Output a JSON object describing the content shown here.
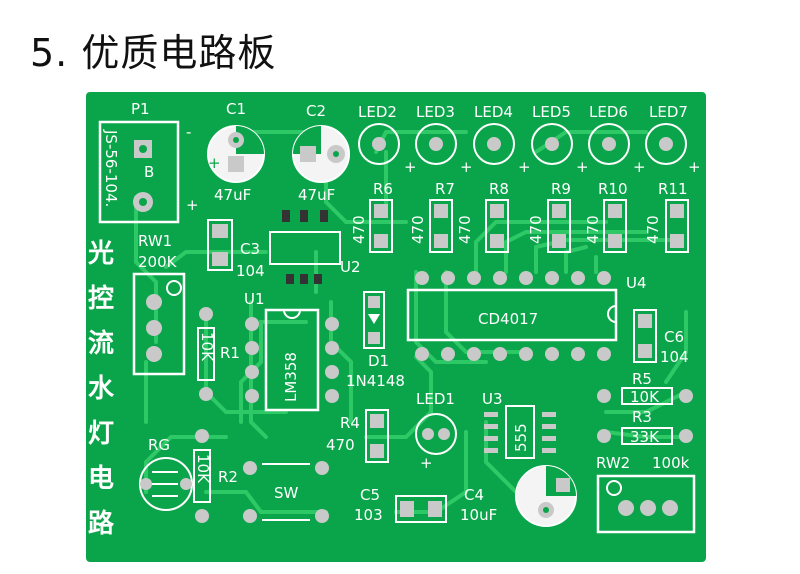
{
  "title": "5. 优质电路板",
  "board": {
    "colors": {
      "board": "#0aa54a",
      "trace": "#2fc866",
      "pad": "#c9c9c9",
      "silk": "#ffffff"
    },
    "chinese_label": [
      "光",
      "控",
      "流",
      "水",
      "灯",
      "电",
      "路"
    ],
    "labels": {
      "p1": "P1",
      "p1_part": "JS-56-104.",
      "p1_b": "B",
      "minus": "-",
      "plus": "+",
      "c1": "C1",
      "c1_val": "47uF",
      "c2": "C2",
      "c2_val": "47uF",
      "led2": "LED2",
      "led3": "LED3",
      "led4": "LED4",
      "led5": "LED5",
      "led6": "LED6",
      "led7": "LED7",
      "r6": "R6",
      "r7": "R7",
      "r8": "R8",
      "r9": "R9",
      "r10": "R10",
      "r11": "R11",
      "r470": "470",
      "rw1": "RW1",
      "rw1_val": "200K",
      "c3": "C3",
      "c3_val": "104",
      "u2": "U2",
      "u1": "U1",
      "lm358": "LM358",
      "r1": "R1",
      "r1_val": "10K",
      "d1": "D1",
      "d1_val": "1N4148",
      "cd4017": "CD4017",
      "u4": "U4",
      "c6": "C6",
      "c6_val": "104",
      "r5": "R5",
      "r5_val": "10K",
      "r3": "R3",
      "r3_val": "33K",
      "rw2": "RW2",
      "rw2_val": "100k",
      "rg": "RG",
      "r2": "R2",
      "r2_val": "10K",
      "sw": "SW",
      "r4": "R4",
      "r4_val": "470",
      "led1": "LED1",
      "u3": "U3",
      "ic555": "555",
      "c5": "C5",
      "c5_val": "103",
      "c4": "C4",
      "c4_val": "10uF"
    }
  }
}
